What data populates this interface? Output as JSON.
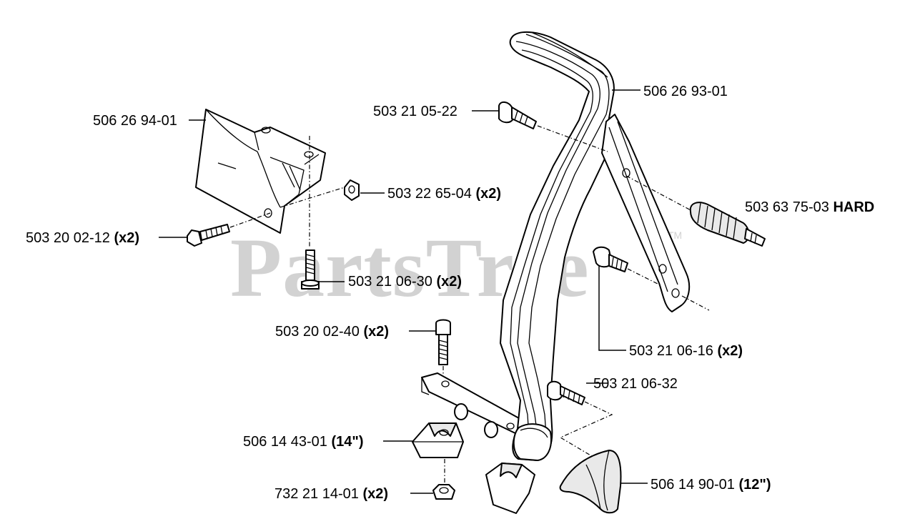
{
  "watermark": {
    "text": "PartsTree",
    "trademark": "TM"
  },
  "labels": [
    {
      "id": "l1",
      "code": "506 26 94-01",
      "note": ""
    },
    {
      "id": "l2",
      "code": "503 22 65-04",
      "note": "(x2)"
    },
    {
      "id": "l3",
      "code": "503 20 02-12",
      "note": "(x2)"
    },
    {
      "id": "l4",
      "code": "503 21 06-30",
      "note": "(x2)"
    },
    {
      "id": "l5",
      "code": "503 20 02-40",
      "note": "(x2)"
    },
    {
      "id": "l6",
      "code": "506 14 43-01",
      "note": "(14\")"
    },
    {
      "id": "l7",
      "code": "732 21 14-01",
      "note": "(x2)"
    },
    {
      "id": "l8",
      "code": "503 21 05-22",
      "note": ""
    },
    {
      "id": "l9",
      "code": "506 26 93-01",
      "note": ""
    },
    {
      "id": "l10",
      "code": "503 63 75-03",
      "note": "HARD"
    },
    {
      "id": "l11",
      "code": "503 21 06-16",
      "note": "(x2)"
    },
    {
      "id": "l12",
      "code": "503 21 06-32",
      "note": ""
    },
    {
      "id": "l13",
      "code": "506 14 90-01",
      "note": "(12\")"
    }
  ]
}
